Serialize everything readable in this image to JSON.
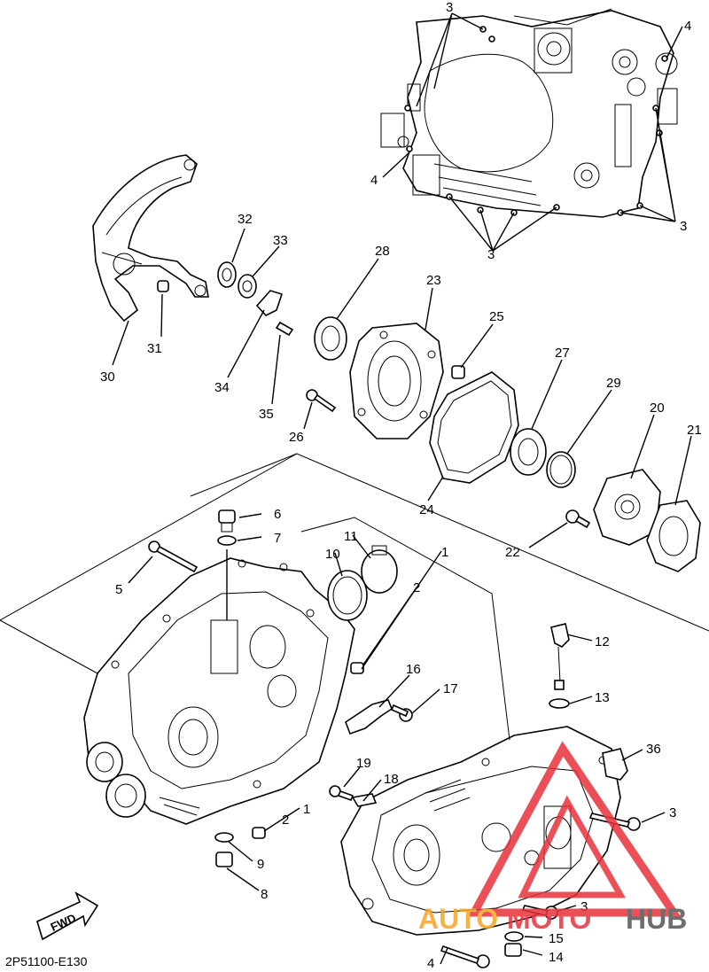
{
  "diagram_code": "2P51100-E130",
  "fwd_label": "FWD",
  "watermark": {
    "auto": "AUTO",
    "moto": "MOTO",
    "hub": "HUB",
    "color_red": "#e8323c",
    "color_orange": "#f5a623",
    "color_grey": "#555555"
  },
  "callouts": [
    {
      "id": "c3a",
      "text": "3"
    },
    {
      "id": "c4a",
      "text": "4"
    },
    {
      "id": "c4b",
      "text": "4"
    },
    {
      "id": "c3b",
      "text": "3"
    },
    {
      "id": "c3c",
      "text": "3"
    },
    {
      "id": "c32",
      "text": "32"
    },
    {
      "id": "c33",
      "text": "33"
    },
    {
      "id": "c28",
      "text": "28"
    },
    {
      "id": "c23",
      "text": "23"
    },
    {
      "id": "c25",
      "text": "25"
    },
    {
      "id": "c27",
      "text": "27"
    },
    {
      "id": "c29",
      "text": "29"
    },
    {
      "id": "c20",
      "text": "20"
    },
    {
      "id": "c21",
      "text": "21"
    },
    {
      "id": "c31",
      "text": "31"
    },
    {
      "id": "c30",
      "text": "30"
    },
    {
      "id": "c34",
      "text": "34"
    },
    {
      "id": "c35",
      "text": "35"
    },
    {
      "id": "c26",
      "text": "26"
    },
    {
      "id": "c24",
      "text": "24"
    },
    {
      "id": "c22",
      "text": "22"
    },
    {
      "id": "c6",
      "text": "6"
    },
    {
      "id": "c7",
      "text": "7"
    },
    {
      "id": "c5",
      "text": "5"
    },
    {
      "id": "c11",
      "text": "11"
    },
    {
      "id": "c10",
      "text": "10"
    },
    {
      "id": "c1a",
      "text": "1"
    },
    {
      "id": "c2a",
      "text": "2"
    },
    {
      "id": "c12",
      "text": "12"
    },
    {
      "id": "c13",
      "text": "13"
    },
    {
      "id": "c16",
      "text": "16"
    },
    {
      "id": "c17",
      "text": "17"
    },
    {
      "id": "c36",
      "text": "36"
    },
    {
      "id": "c19",
      "text": "19"
    },
    {
      "id": "c18",
      "text": "18"
    },
    {
      "id": "c1b",
      "text": "1"
    },
    {
      "id": "c2b",
      "text": "2"
    },
    {
      "id": "c3d",
      "text": "3"
    },
    {
      "id": "c9",
      "text": "9"
    },
    {
      "id": "c8",
      "text": "8"
    },
    {
      "id": "c3e",
      "text": "3"
    },
    {
      "id": "c15",
      "text": "15"
    },
    {
      "id": "c14",
      "text": "14"
    },
    {
      "id": "c4c",
      "text": "4"
    }
  ]
}
